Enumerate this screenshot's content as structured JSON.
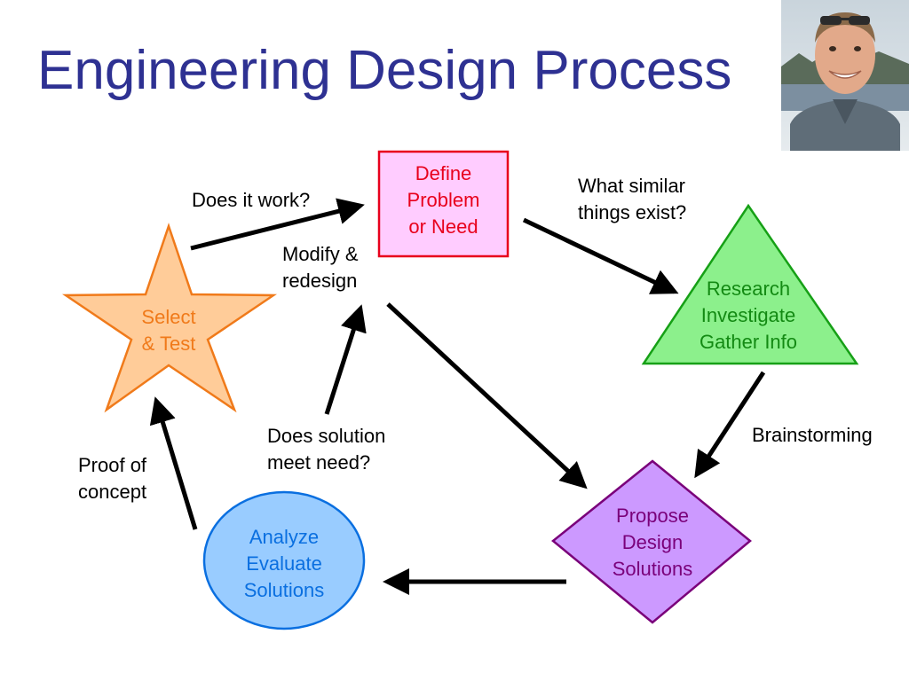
{
  "title": "Engineering Design Process",
  "photo": {
    "alt": "presenter photo"
  },
  "steps": {
    "define": {
      "line1": "Define",
      "line2": "Problem",
      "line3": "or Need",
      "fill": "#ffccff",
      "stroke": "#e8001c",
      "text_color": "#e8001c"
    },
    "research": {
      "line1": "Research",
      "line2": "Investigate",
      "line3": "Gather Info",
      "fill": "#8cf08c",
      "stroke": "#16a016",
      "text_color": "#138a13"
    },
    "propose": {
      "line1": "Propose",
      "line2": "Design",
      "line3": "Solutions",
      "fill": "#cc99ff",
      "stroke": "#7a007a",
      "text_color": "#7a007a"
    },
    "analyze": {
      "line1": "Analyze",
      "line2": "Evaluate",
      "line3": "Solutions",
      "fill": "#99ccff",
      "stroke": "#0a6fe0",
      "text_color": "#0a6fe0"
    },
    "select": {
      "line1": "Select",
      "line2": "& Test",
      "fill": "#ffcc99",
      "stroke": "#f07a1a",
      "text_color": "#f07a1a"
    }
  },
  "edge_labels": {
    "what_similar": {
      "line1": "What similar",
      "line2": "things exist?"
    },
    "brainstorming": {
      "line1": "Brainstorming"
    },
    "does_solution": {
      "line1": "Does solution",
      "line2": "meet need?"
    },
    "proof": {
      "line1": "Proof of",
      "line2": "concept"
    },
    "does_it_work": {
      "line1": "Does it work?"
    },
    "modify": {
      "line1": "Modify &",
      "line2": "redesign"
    }
  },
  "colors": {
    "title": "#2e3192",
    "arrow": "#000000"
  }
}
